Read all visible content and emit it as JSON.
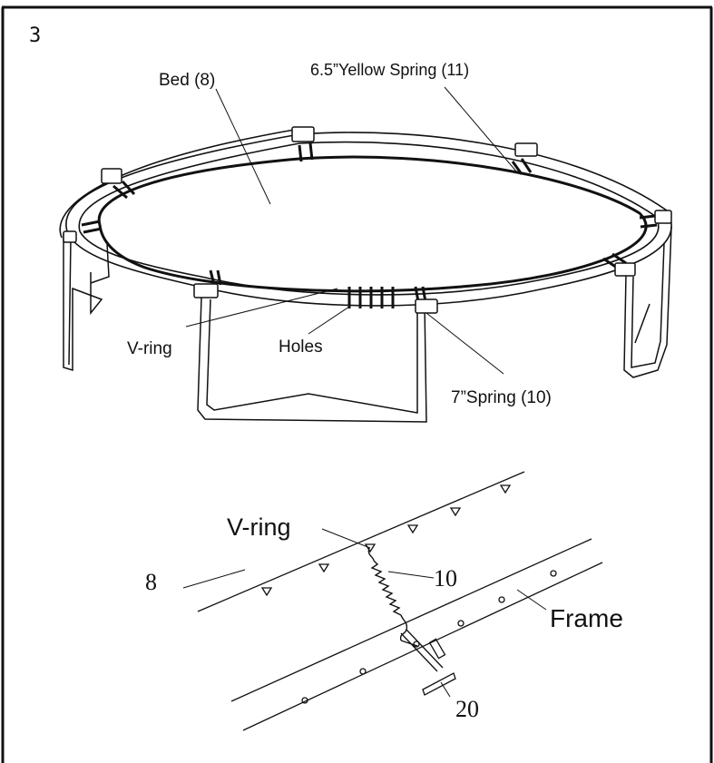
{
  "step": {
    "number": "3"
  },
  "top_diagram": {
    "labels": {
      "bed": "Bed (8)",
      "yellow_spring": "6.5”Yellow Spring (11)",
      "v_ring": "V-ring",
      "holes": "Holes",
      "spring": "7”Spring (10)"
    }
  },
  "detail_diagram": {
    "labels": {
      "v_ring": "V-ring",
      "bed_part": "8",
      "spring_part": "10",
      "frame": "Frame",
      "tool_part": "20"
    }
  }
}
